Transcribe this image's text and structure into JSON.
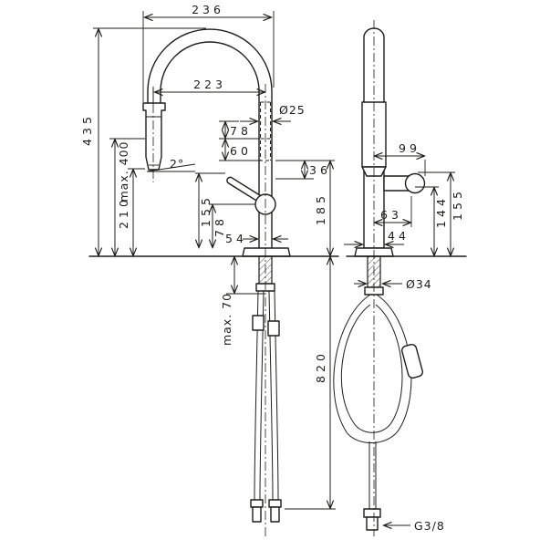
{
  "drawing": {
    "type": "technical-dimension-drawing",
    "subject": "kitchen-faucet-front-and-side-view",
    "background": "#ffffff",
    "line_color": "#1d1d1b"
  },
  "dims": {
    "width_top": "236",
    "reach": "223",
    "spout_diameter": "Ø25",
    "head_offset_upper": "78",
    "head_offset_lower": "60",
    "height_total": "435",
    "height_max": "max. 400",
    "height_spout": "210",
    "spray_angle": "2°",
    "clearance": "36",
    "lever_height": "155",
    "pivot_height": "78",
    "body_width": "54",
    "outlet_height": "185",
    "deck_thickness": "max. 70",
    "hose_length": "820",
    "handle_length": "99",
    "handle_offset": "63",
    "handle_height_pivot": "144",
    "handle_height_top": "155",
    "body_depth": "44",
    "shank_diameter": "Ø34",
    "connection": "G3/8"
  }
}
